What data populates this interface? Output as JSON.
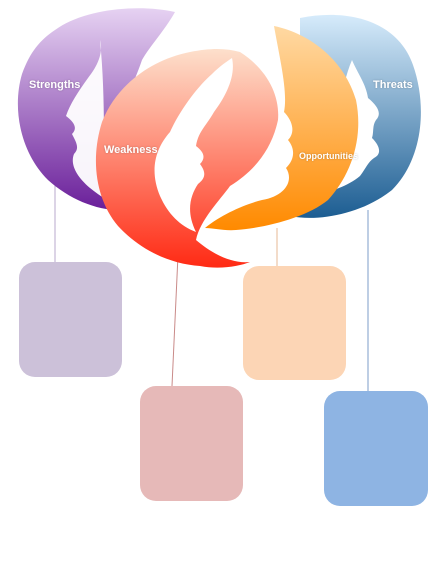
{
  "diagram": {
    "labels": {
      "strengths": "Strengths",
      "weakness": "Weakness",
      "opportunities": "Opportunities",
      "threats": "Threats"
    },
    "colors": {
      "strengths_top": "#e6d2f2",
      "strengths_bottom": "#6a1f9a",
      "weakness_top": "#fde0cc",
      "weakness_bottom": "#ff2a14",
      "opportunities_top": "#ffd9a3",
      "opportunities_bottom": "#ff8a00",
      "threats_top": "#d6ebfb",
      "threats_bottom": "#1c5d92",
      "box_strengths": "#ccc1d9",
      "box_weakness": "#e6b9b8",
      "box_opportunities": "#fcd5b5",
      "box_threats": "#8eb4e3",
      "connector_strengths": "#b8a8cc",
      "connector_weakness": "#c98a88",
      "connector_opportunities": "#e7b894",
      "connector_threats": "#7c9cc9"
    }
  }
}
